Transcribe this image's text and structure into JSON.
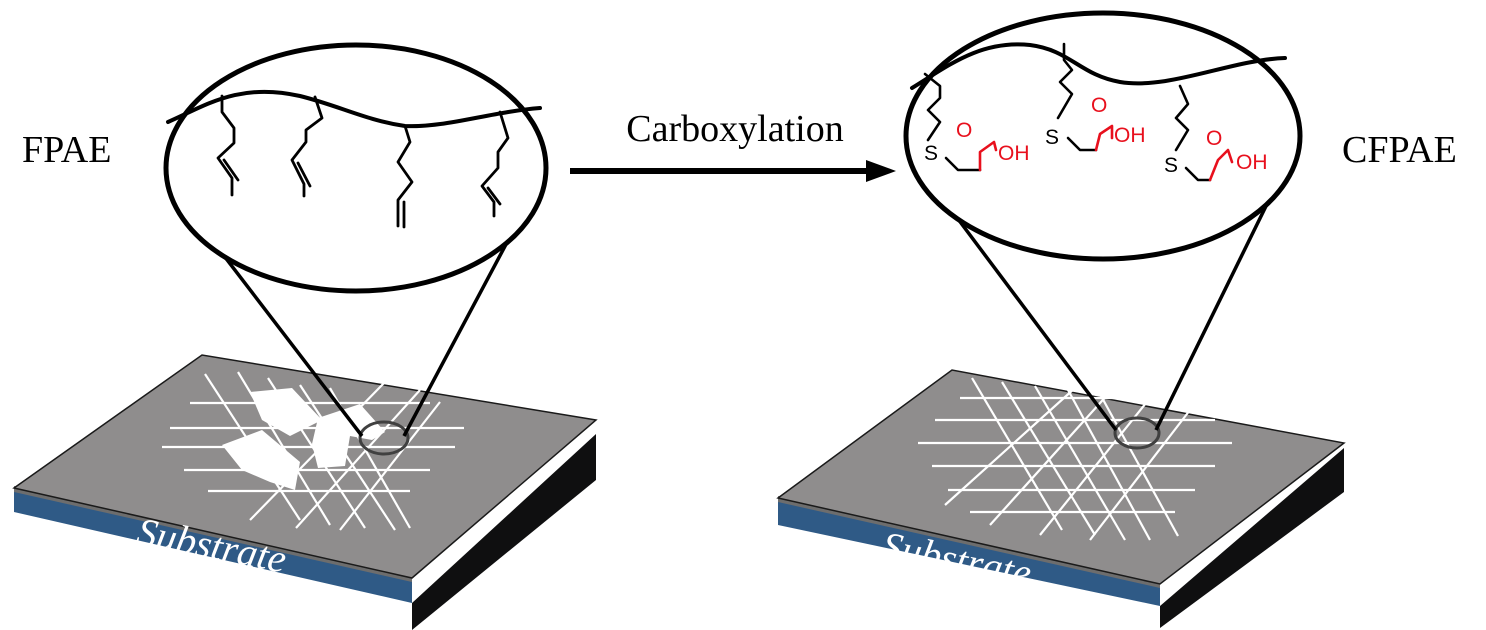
{
  "left": {
    "label": "FPAE",
    "substrate_label": "Substrate"
  },
  "right": {
    "label": "CFPAE",
    "substrate_label": "Substrate"
  },
  "arrow": {
    "label": "Carboxylation"
  },
  "chem": {
    "sulfur": "S",
    "hydroxyl": "OH",
    "carbonyl_oxygen": "O"
  },
  "colors": {
    "substrate_top": "#8f8d8d",
    "substrate_front": "#2f5a86",
    "substrate_side": "#0f0f10",
    "grid_lines": "#ffffff",
    "bonds": "#000000",
    "carboxyl_group": "#e8101d"
  }
}
